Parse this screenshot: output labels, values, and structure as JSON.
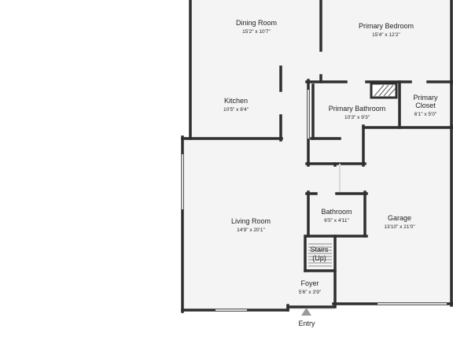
{
  "colors": {
    "wall": "#2f2f2f",
    "floor": "#f4f4f4",
    "background": "#ffffff",
    "opening": "#ffffff",
    "window": "#d9d9d9",
    "marker": "#9a9a9a",
    "text": "#222222"
  },
  "rooms": {
    "dining_room": {
      "name": "Dining Room",
      "dims": "15'2\" x 10'7\""
    },
    "kitchen": {
      "name": "Kitchen",
      "dims": "10'5\" x 8'4\""
    },
    "primary_bedroom": {
      "name": "Primary Bedroom",
      "dims": "15'4\" x 12'2\""
    },
    "primary_bathroom": {
      "name": "Primary Bathroom",
      "dims": "10'3\" x 9'3\""
    },
    "primary_closet": {
      "name_line1": "Primary",
      "name_line2": "Closet",
      "dims": "6'1\" x 5'0\""
    },
    "living_room": {
      "name": "Living Room",
      "dims": "14'9\" x 20'1\""
    },
    "bathroom": {
      "name": "Bathroom",
      "dims": "6'5\" x 4'11\""
    },
    "garage": {
      "name": "Garage",
      "dims": "13'10\" x 21'0\""
    },
    "stairs": {
      "name_line1": "Stairs",
      "name_line2": "(Up)"
    },
    "foyer": {
      "name": "Foyer",
      "dims": "5'6\" x 3'9\""
    }
  },
  "entry": {
    "label": "Entry",
    "marker_icon": "entry-arrow-icon"
  }
}
